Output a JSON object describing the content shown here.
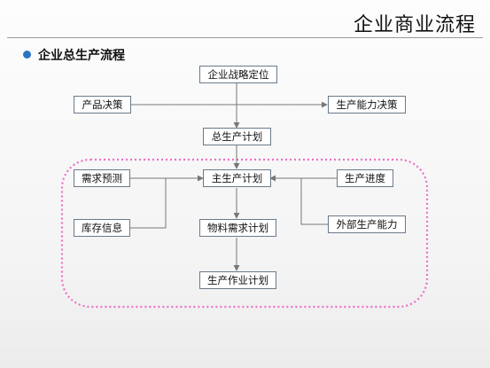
{
  "slide": {
    "title": "企业商业流程",
    "subtitle": "企业总生产流程"
  },
  "diagram": {
    "nodes": {
      "strategy": "企业战略定位",
      "product_decision": "产品决策",
      "capacity_decision": "生产能力决策",
      "master_plan": "总生产计划",
      "demand_forecast": "需求预测",
      "main_schedule": "主生产计划",
      "progress": "生产进度",
      "inventory": "库存信息",
      "mrp": "物料需求计划",
      "external_capacity": "外部生产能力",
      "operation_plan": "生产作业计划"
    },
    "colors": {
      "connector": "#777777",
      "box_border": "#6a7a8a",
      "dotted_frame": "#ec6fc7",
      "bullet": "#2b74c4"
    }
  }
}
